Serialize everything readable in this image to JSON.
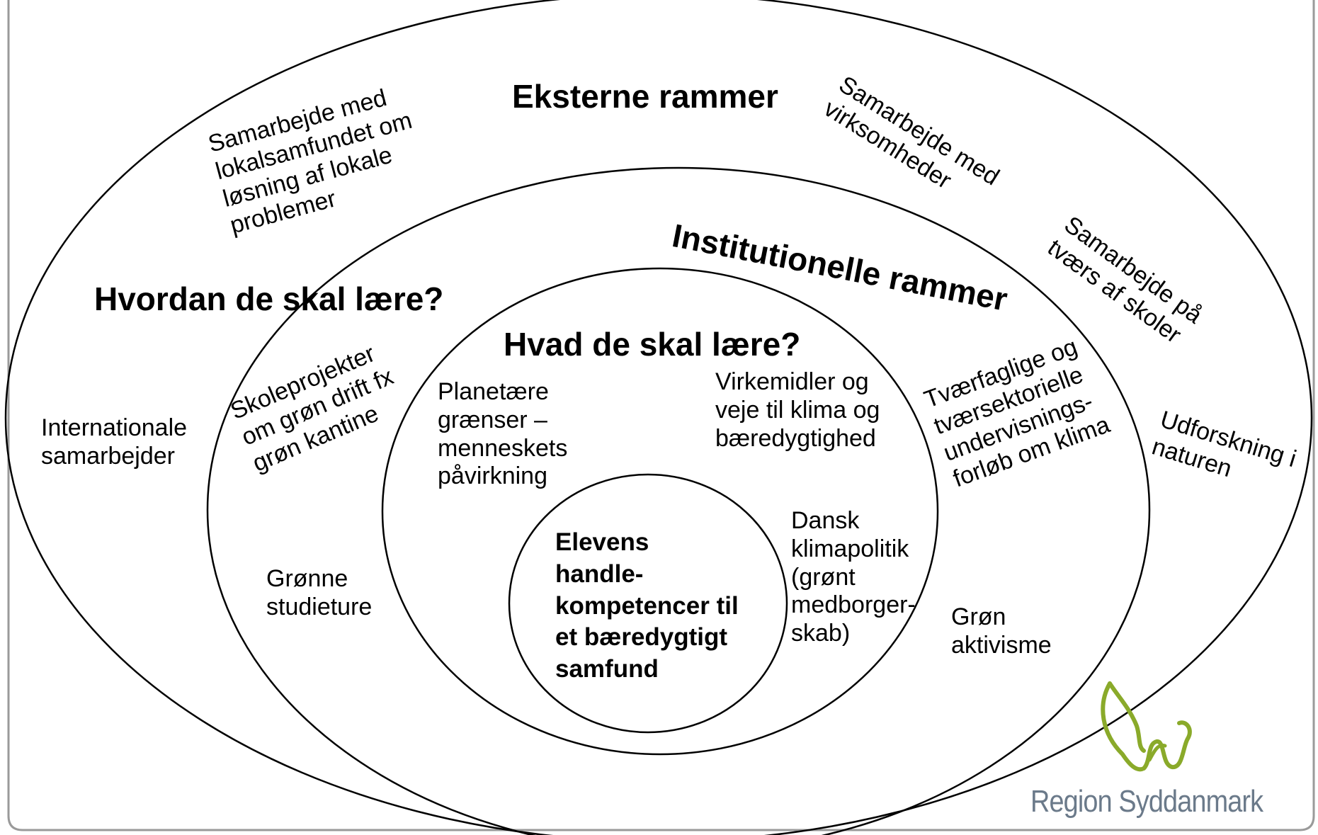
{
  "headings": {
    "eksterne": "Eksterne rammer",
    "institutionelle": "Institutionelle rammer",
    "hvordan": "Hvordan de skal lære?",
    "hvad": "Hvad de skal lære?"
  },
  "center": [
    "Elevens",
    "handle-",
    "kompetencer til",
    "et bæredygtigt",
    "samfund"
  ],
  "outer_ring": {
    "lokalsamfund": [
      "Samarbejde med",
      "lokalsamfundet om",
      "løsning af lokale",
      "problemer"
    ],
    "virksomheder": [
      "Samarbejde med",
      "virksomheder"
    ],
    "skoler": [
      "Samarbejde på",
      "tværs af skoler"
    ],
    "internationale": [
      "Internationale",
      "samarbejder"
    ],
    "naturen": [
      "Udforskning i",
      "naturen"
    ]
  },
  "middle_ring": {
    "skoleprojekter": [
      "Skoleprojekter",
      "om grøn drift fx",
      "grøn kantine"
    ],
    "studieture": [
      "Grønne",
      "studieture"
    ],
    "tvaerfaglige": [
      "Tværfaglige og",
      "tværsektorielle",
      "undervisnings-",
      "forløb om klima"
    ],
    "aktivisme": [
      "Grøn",
      "aktivisme"
    ]
  },
  "inner_ring": {
    "planetaere": [
      "Planetære",
      "grænser –",
      "menneskets",
      "påvirkning"
    ],
    "virkemidler": [
      "Virkemidler og",
      "veje til klima og",
      "bæredygtighed"
    ],
    "dansk": [
      "Dansk",
      "klimapolitik",
      "(grønt",
      "medborger-",
      "skab)"
    ]
  },
  "logo": {
    "text": "Region Syddanmark",
    "color": "#8aaa2a",
    "text_color": "#6b7a8a"
  },
  "colors": {
    "stroke": "#000000",
    "frame": "#9a9a9a"
  }
}
